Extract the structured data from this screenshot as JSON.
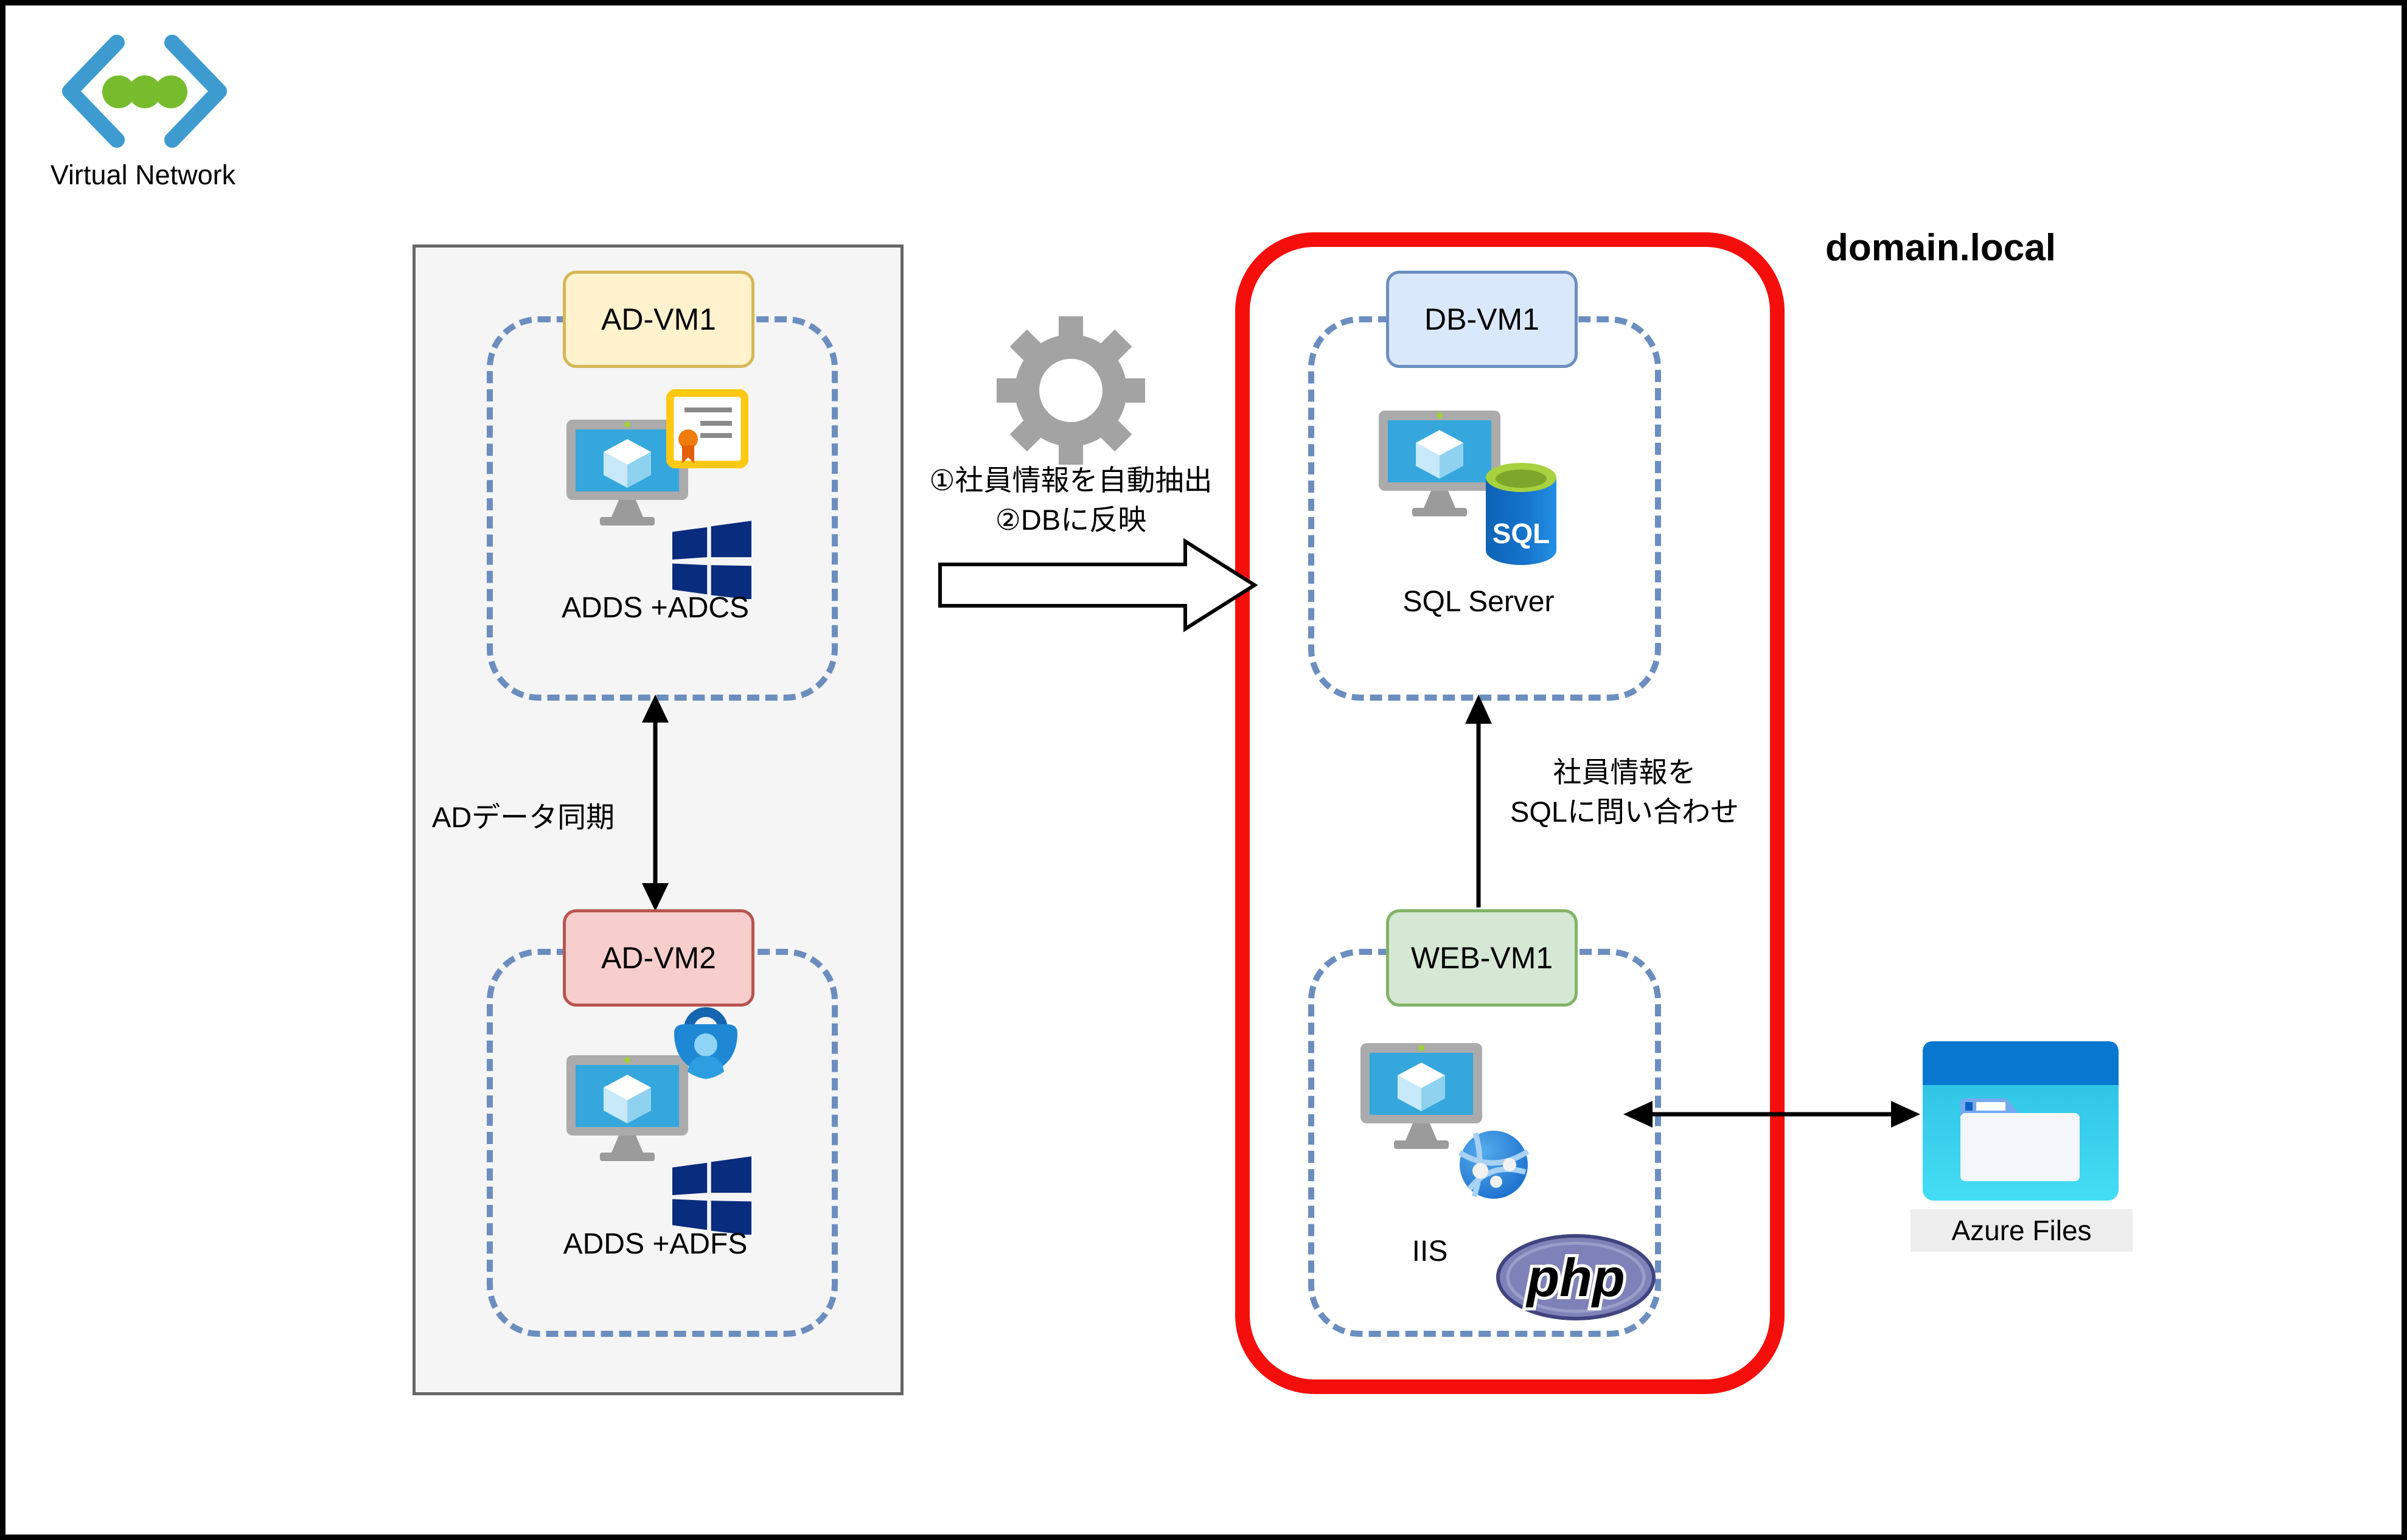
{
  "virtual_network": {
    "label": "Virtual Network"
  },
  "domain": {
    "label": "domain.local"
  },
  "onprem": {
    "ad_vm1": {
      "label": "AD-VM1",
      "caption": "ADDS +ADCS"
    },
    "ad_vm2": {
      "label": "AD-VM2",
      "caption": "ADDS +ADFS"
    },
    "sync_label": "ADデータ同期"
  },
  "cloud": {
    "db_vm1": {
      "label": "DB-VM1",
      "caption": "SQL Server",
      "sql_badge": "SQL"
    },
    "web_vm1": {
      "label": "WEB-VM1",
      "caption": "IIS",
      "php_label": "php"
    },
    "query_note": {
      "line1": "社員情報を",
      "line2": "SQLに問い合わせ"
    }
  },
  "flow_note": {
    "line1": "①社員情報を自動抽出",
    "line2": "②DBに反映"
  },
  "azure_files": {
    "label": "Azure Files"
  },
  "colors": {
    "red_zone_border": "#F50F0C",
    "dashed_border": "#6C8EBF",
    "container_fill": "#F5F5F5",
    "container_stroke": "#666666",
    "yellow_fill": "#FFF2CC",
    "yellow_stroke": "#D6B656",
    "pink_fill": "#F8CECC",
    "pink_stroke": "#B85450",
    "blue_fill": "#DAE8FC",
    "blue_stroke": "#6C8EBF",
    "green_fill": "#D5E8D4",
    "green_stroke": "#82B366",
    "vn_chevron": "#3E9BD0",
    "vn_dot": "#76BC2D",
    "windows_navy": "#0A2C7E",
    "php_purple": "#7E82B8"
  }
}
